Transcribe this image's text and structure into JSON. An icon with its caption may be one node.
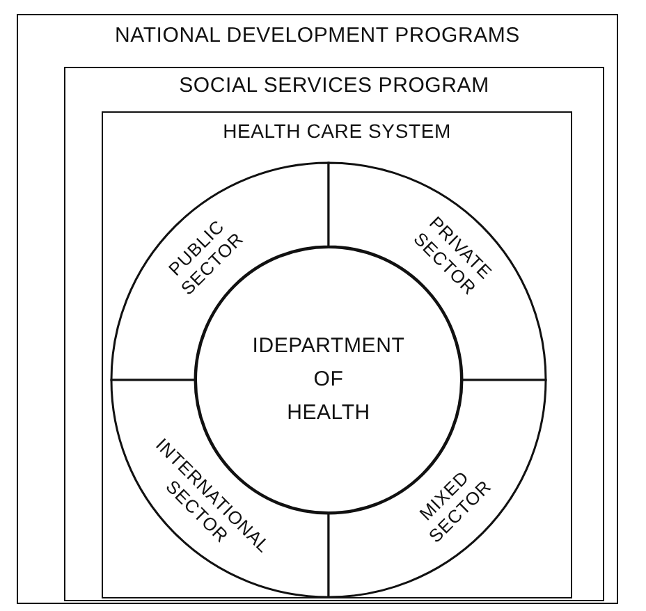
{
  "diagram": {
    "nodes": [
      {
        "text": [
          "NATIONAL DEVELOPMENT PROGRAMS"
        ]
      },
      {
        "text": [
          "SOCIAL SERVICES PROGRAM"
        ],
        "in": 0
      },
      {
        "text": [
          "HEALTH CARE SYSTEM"
        ],
        "in": 1
      },
      {
        "text": [
          "PUBLIC SECTOR"
        ],
        "in": 2
      },
      {
        "text": [
          "PRIVATE SECTOR"
        ],
        "in": 2
      },
      {
        "text": [
          "IDEPARTMENT OF HEALTH"
        ],
        "in": 2
      },
      {
        "text": [
          "INTERNATIONAL SECTOR"
        ],
        "in": 2
      },
      {
        "text": [
          "MIXED SECTOR"
        ],
        "in": 2
      }
    ]
  }
}
